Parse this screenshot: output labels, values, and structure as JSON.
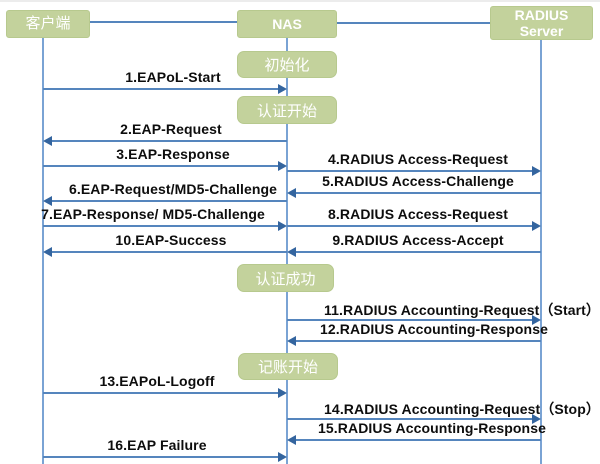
{
  "diagram": {
    "kind": "sequence-diagram",
    "actors": [
      {
        "id": "client",
        "label": "客户端"
      },
      {
        "id": "nas",
        "label": "NAS"
      },
      {
        "id": "server",
        "label": "RADIUS Server"
      }
    ],
    "phases": [
      {
        "id": "init",
        "label": "初始化"
      },
      {
        "id": "auth-start",
        "label": "认证开始"
      },
      {
        "id": "auth-success",
        "label": "认证成功"
      },
      {
        "id": "acct-start",
        "label": "记账开始"
      }
    ],
    "messages": [
      {
        "label": "1.EAPoL-Start",
        "from": "client",
        "to": "nas"
      },
      {
        "label": "2.EAP-Request",
        "from": "nas",
        "to": "client"
      },
      {
        "label": "3.EAP-Response",
        "from": "client",
        "to": "nas"
      },
      {
        "label": "4.RADIUS Access-Request",
        "from": "nas",
        "to": "server"
      },
      {
        "label": "5.RADIUS Access-Challenge",
        "from": "server",
        "to": "nas"
      },
      {
        "label": "6.EAP-Request/MD5-Challenge",
        "from": "nas",
        "to": "client"
      },
      {
        "label": "7.EAP-Response/ MD5-Challenge",
        "from": "client",
        "to": "nas"
      },
      {
        "label": "8.RADIUS Access-Request",
        "from": "nas",
        "to": "server"
      },
      {
        "label": "9.RADIUS Access-Accept",
        "from": "server",
        "to": "nas"
      },
      {
        "label": "10.EAP-Success",
        "from": "nas",
        "to": "client"
      },
      {
        "label": "11.RADIUS Accounting-Request（Start）",
        "from": "nas",
        "to": "server"
      },
      {
        "label": "12.RADIUS Accounting-Response",
        "from": "server",
        "to": "nas"
      },
      {
        "label": "13.EAPoL-Logoff",
        "from": "client",
        "to": "nas"
      },
      {
        "label": "14.RADIUS Accounting-Request（Stop）",
        "from": "nas",
        "to": "server"
      },
      {
        "label": "15.RADIUS Accounting-Response",
        "from": "server",
        "to": "nas"
      },
      {
        "label": "16.EAP Failure",
        "from": "client",
        "to": "nas"
      }
    ],
    "colors": {
      "box_fill": "#c3d29c",
      "box_border": "#b7c98e",
      "box_text": "#ffffff",
      "line_blue": "#5585bd",
      "lifeline_blue": "#7aa3d4",
      "arrowhead_blue": "#34659f",
      "label_text": "#0d0d0d",
      "background": "#ffffff"
    }
  }
}
